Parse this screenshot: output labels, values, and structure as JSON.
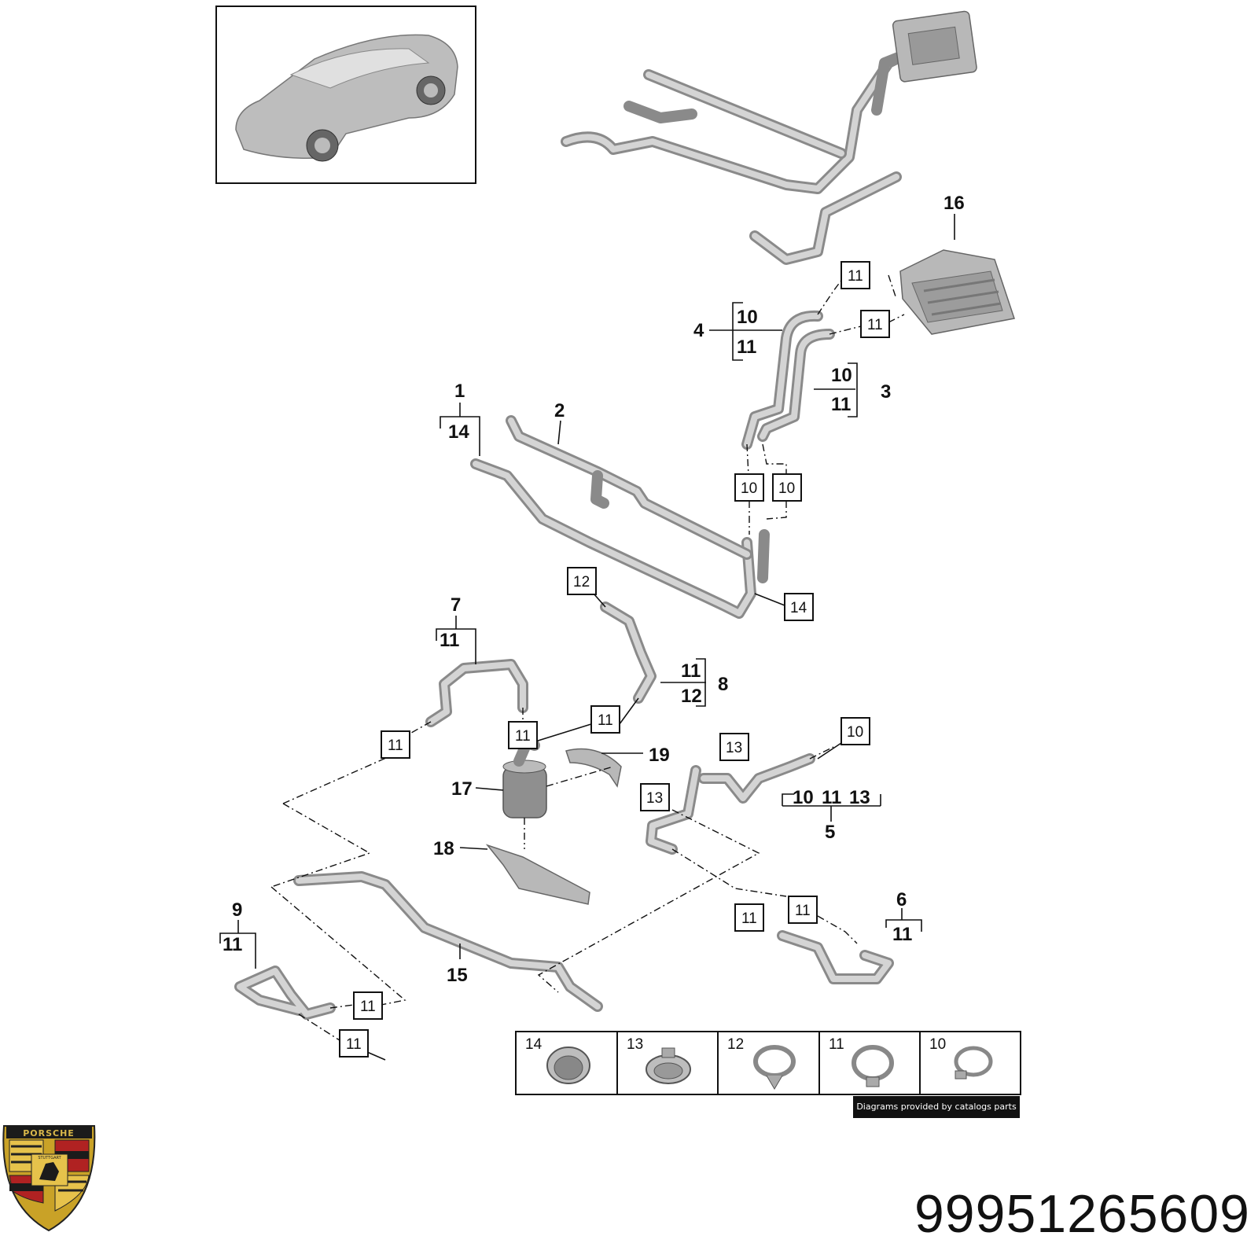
{
  "callouts": {
    "n1": "1",
    "n2": "2",
    "n3": "3",
    "n4": "4",
    "n5": "5",
    "n6": "6",
    "n7": "7",
    "n8": "8",
    "n9": "9",
    "n15": "15",
    "n16": "16",
    "n17": "17",
    "n18": "18",
    "n19": "19",
    "g1_14": "14",
    "g4_10": "10",
    "g4_11": "11",
    "g3_10": "10",
    "g3_11": "11",
    "g7_11": "11",
    "g8_11": "11",
    "g8_12": "12",
    "g9_11": "11",
    "g5_10": "10",
    "g5_11": "11",
    "g5_13": "13",
    "g6_11": "11"
  },
  "boxed_callouts": {
    "b11_top1": "11",
    "b11_top2": "11",
    "b10_a": "10",
    "b10_b": "10",
    "b14": "14",
    "b12": "12",
    "b11_pump": "11",
    "b11_left": "11",
    "b11_mid": "11",
    "b13_a": "13",
    "b13_b": "13",
    "b10_right": "10",
    "b11_c": "11",
    "b11_d": "11",
    "b11_e": "11",
    "b11_f": "11"
  },
  "legend": {
    "items": [
      {
        "num": "14"
      },
      {
        "num": "13"
      },
      {
        "num": "12"
      },
      {
        "num": "11"
      },
      {
        "num": "10"
      }
    ],
    "credit": "Diagrams provided by catalogs parts"
  },
  "logo": {
    "wordmark": "PORSCHE",
    "city": "STUTTGART"
  },
  "part_number": "99951265609"
}
